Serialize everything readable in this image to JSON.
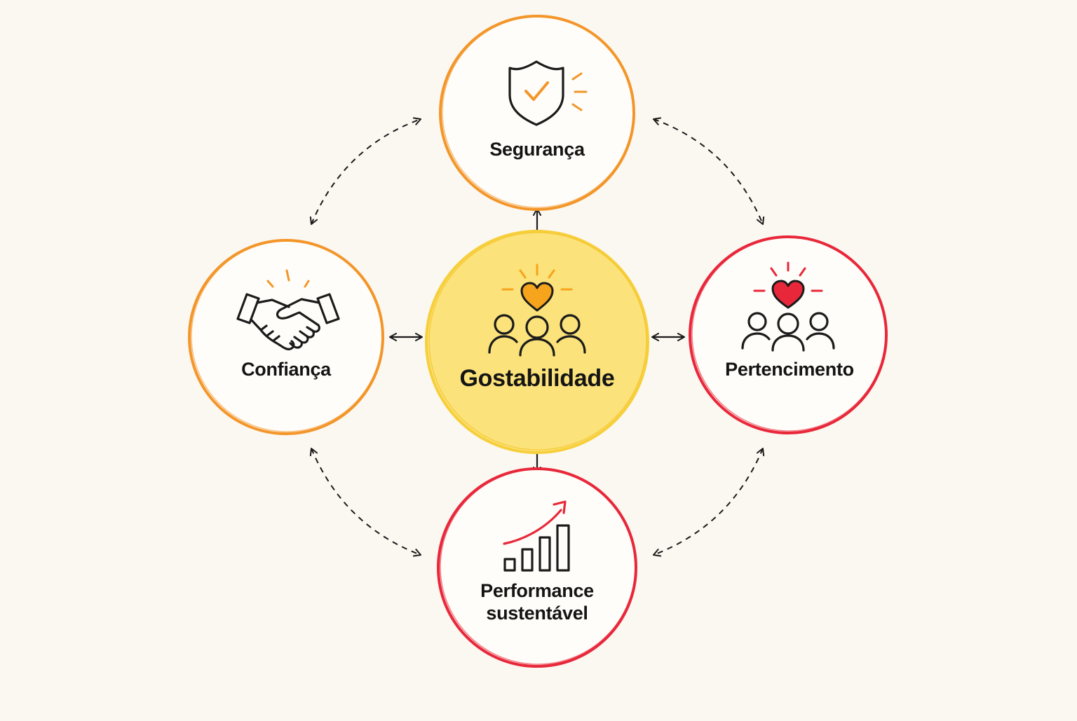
{
  "diagram": {
    "center": {
      "label": "Gostabilidade",
      "icon": "team-heart-icon",
      "fill": "#fbe27a",
      "stroke": "#f6cf3a"
    },
    "nodes": {
      "top": {
        "label": "Segurança",
        "icon": "shield-check-icon",
        "stroke": "#f3962a"
      },
      "left": {
        "label": "Confiança",
        "icon": "handshake-icon",
        "stroke": "#f3962a"
      },
      "right": {
        "label": "Pertencimento",
        "icon": "group-heart-icon",
        "stroke": "#e8283a"
      },
      "bottom": {
        "label_line1": "Performance",
        "label_line2": "sustentável",
        "icon": "growth-chart-icon",
        "stroke": "#e8283a"
      }
    },
    "colors": {
      "background": "#fbf7f1",
      "text": "#141414",
      "orange_accent": "#f3962a",
      "red_accent": "#e8283a",
      "yellow_heart": "#f5a41c"
    }
  }
}
